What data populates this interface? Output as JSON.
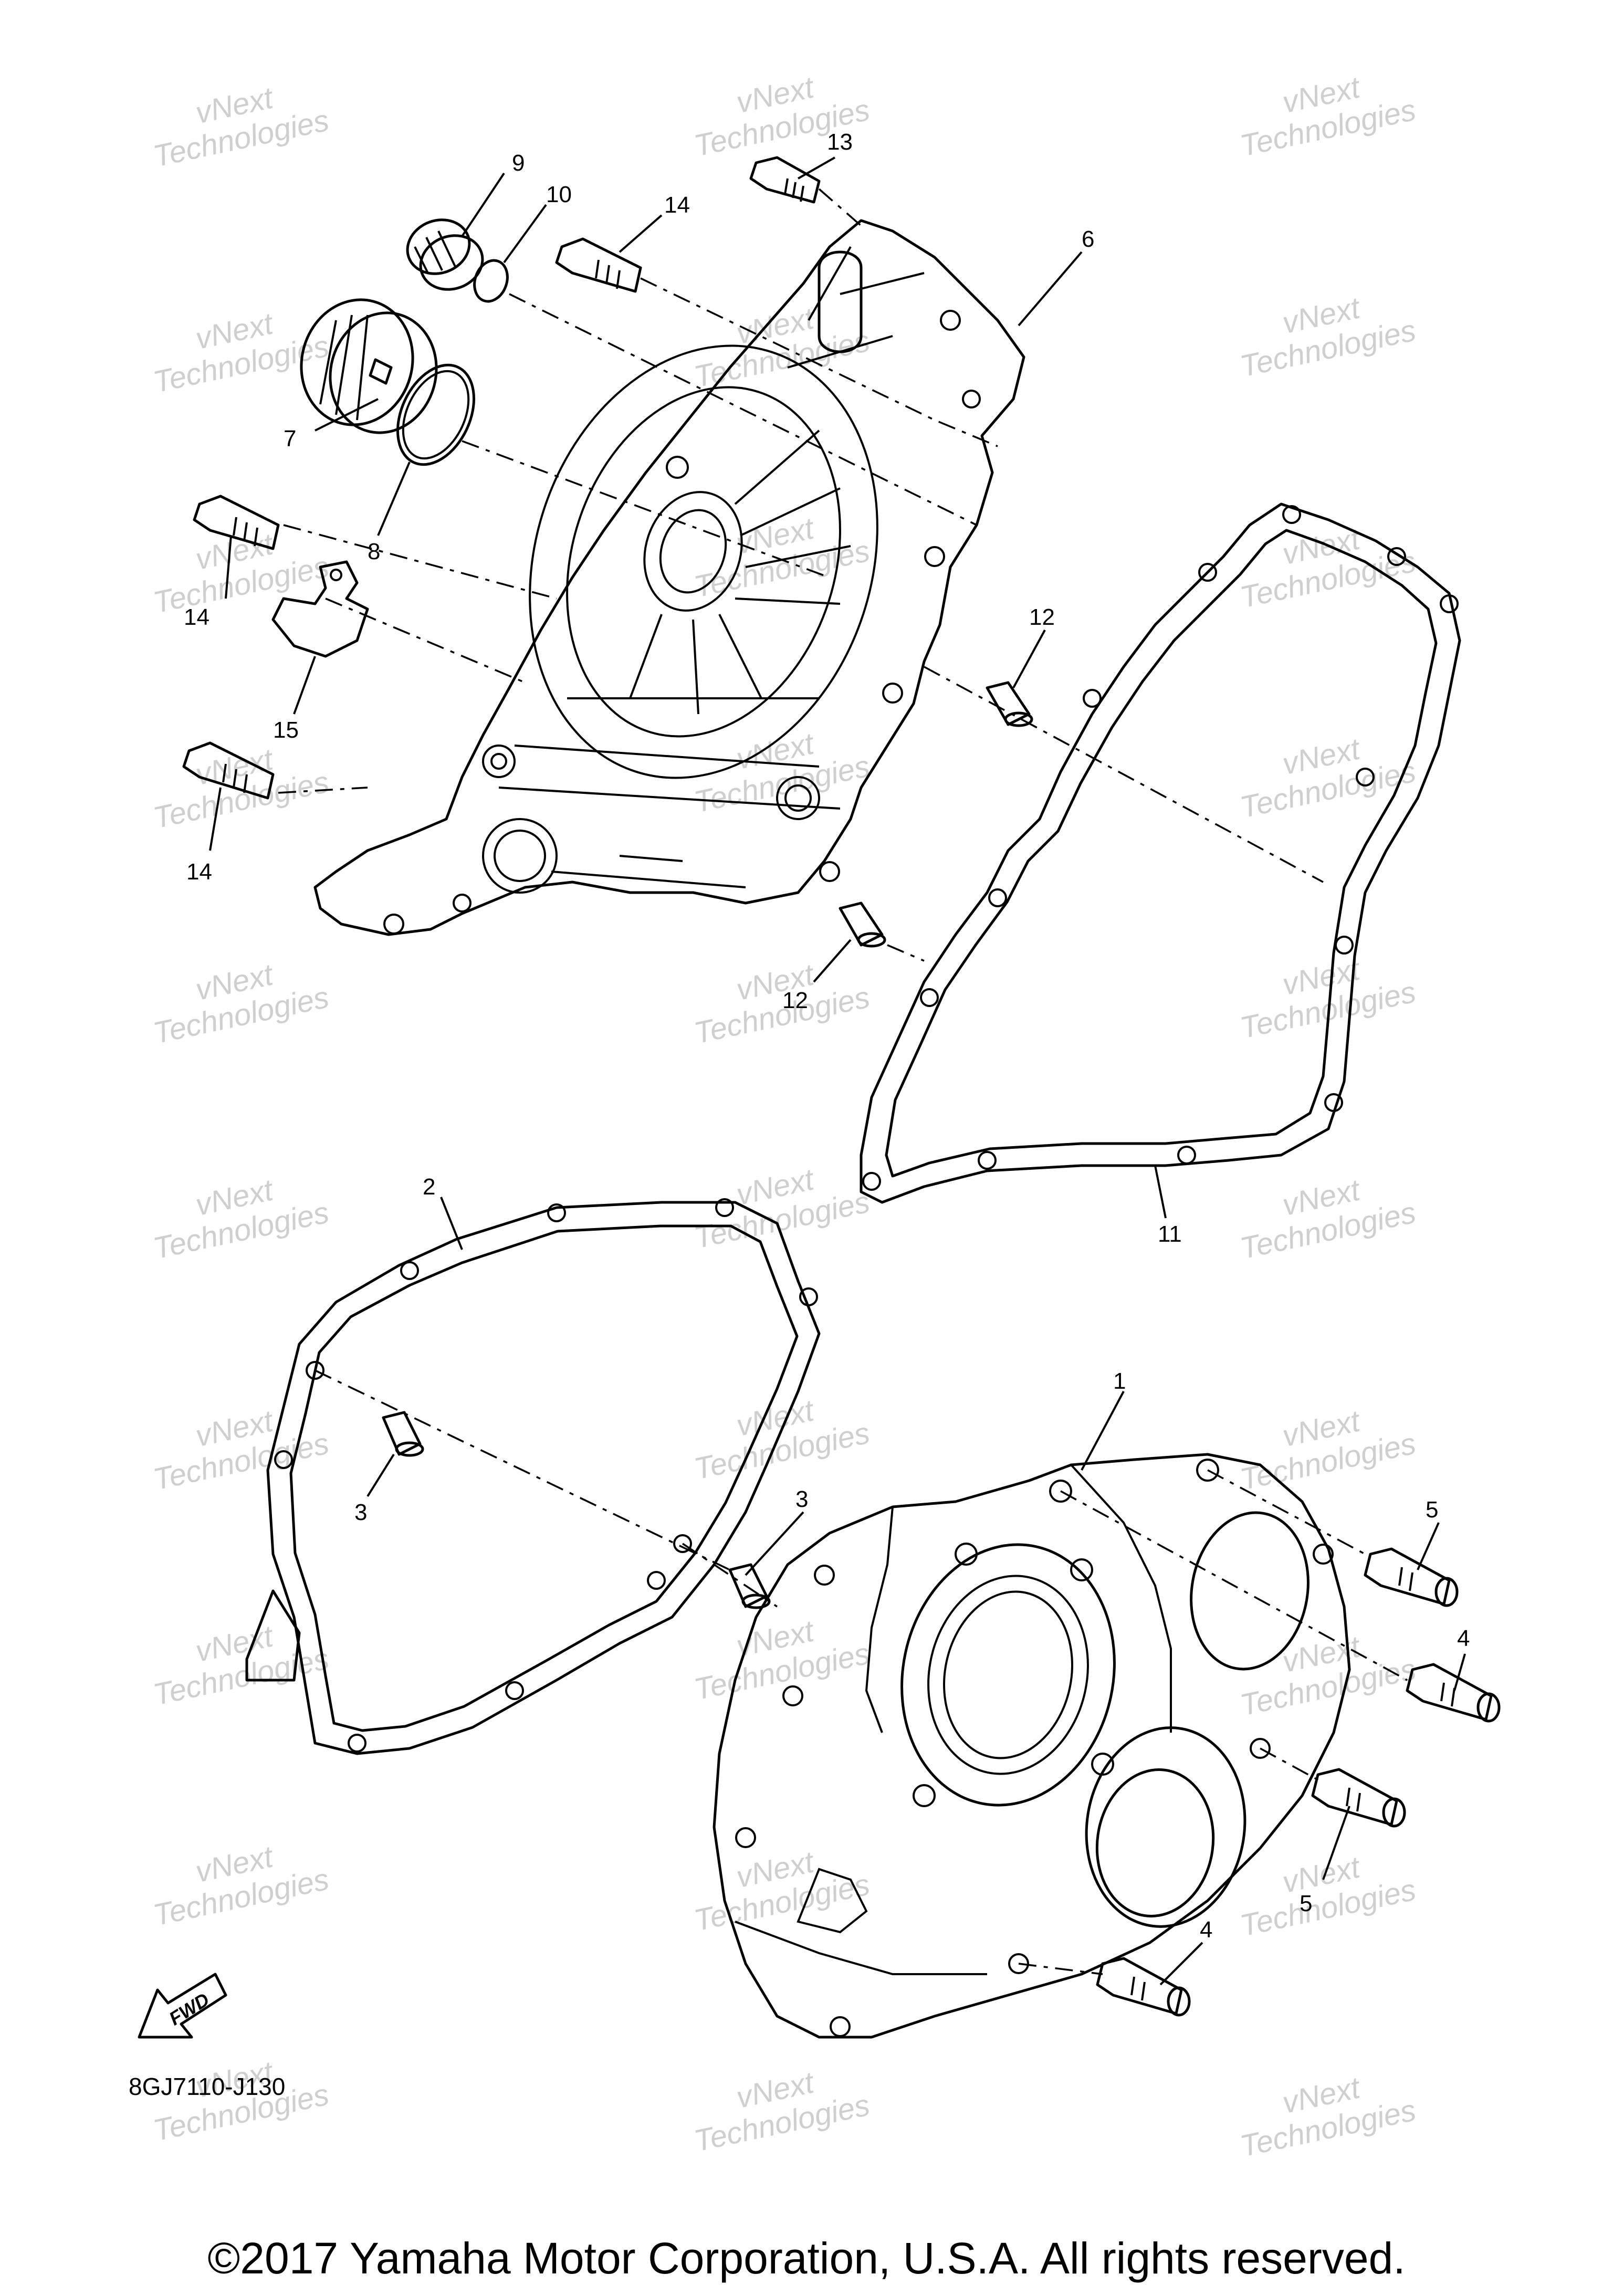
{
  "watermark": {
    "line1": "vNext",
    "line2": "Technologies"
  },
  "callouts": {
    "p1": "1",
    "p2": "2",
    "p3a": "3",
    "p3b": "3",
    "p4a": "4",
    "p4b": "4",
    "p5a": "5",
    "p5b": "5",
    "p6": "6",
    "p7": "7",
    "p8": "8",
    "p9": "9",
    "p10": "10",
    "p11": "11",
    "p12a": "12",
    "p12b": "12",
    "p13": "13",
    "p14a": "14",
    "p14b": "14",
    "p14c": "14",
    "p15": "15"
  },
  "fwd_label": "FWD",
  "diagram_code": "8GJ7110-J130",
  "copyright": "©2017 Yamaha Motor Corporation, U.S.A. All rights reserved."
}
